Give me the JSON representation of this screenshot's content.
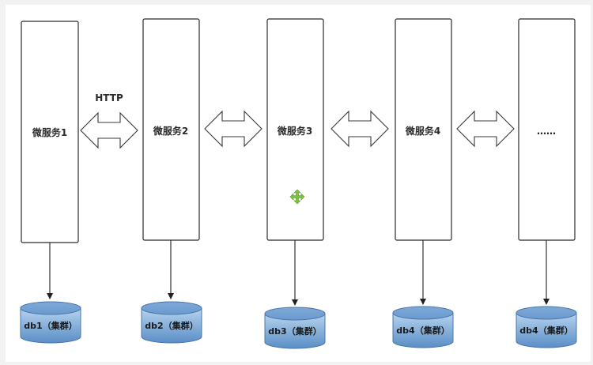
{
  "protocol_label": "HTTP",
  "services": [
    {
      "label": "微服务1",
      "db": "db1（集群）"
    },
    {
      "label": "微服务2",
      "db": "db2（集群）"
    },
    {
      "label": "微服务3",
      "db": "db3（集群）"
    },
    {
      "label": "微服务4",
      "db": "db4（集群）"
    },
    {
      "label": "……",
      "db": "db4（集群）"
    }
  ],
  "colors": {
    "db_fill_top": "#a9cbea",
    "db_fill_bottom": "#5b8fc6",
    "db_stroke": "#4a77a8",
    "move_cursor": "#7dc242"
  }
}
